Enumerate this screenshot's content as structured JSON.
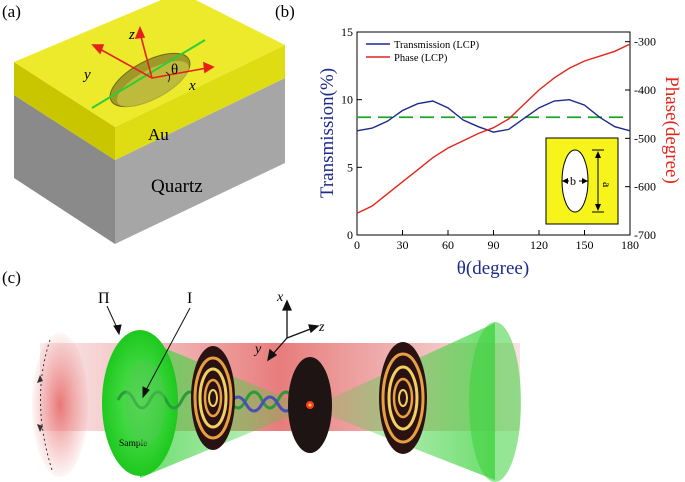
{
  "panel_labels": {
    "a": "(a)",
    "b": "(b)",
    "c": "(c)"
  },
  "panel_a": {
    "axis_z": "z",
    "axis_y": "y",
    "axis_x": "x",
    "angle": "θ",
    "layer_top": "Au",
    "layer_bottom": "Quartz",
    "colors": {
      "gold": "#e5e41f",
      "quartz": "#9a9a9a",
      "arrow": "#e8201a",
      "diag": "#2ecc3a"
    }
  },
  "panel_b": {
    "chart_data": {
      "type": "line",
      "xlabel": "θ(degree)",
      "ylabel_left": "Transmission(%)",
      "ylabel_right": "Phase(degree)",
      "xlim": [
        0,
        180
      ],
      "ylim_left": [
        0,
        15
      ],
      "ylim_right": [
        -700,
        -280
      ],
      "x_ticks": [
        "0",
        "30",
        "60",
        "90",
        "120",
        "150",
        "180"
      ],
      "y_ticks_left": [
        "0",
        "5",
        "10",
        "15"
      ],
      "y_ticks_right": [
        "-300",
        "-400",
        "-500",
        "-600",
        "-700"
      ],
      "x": [
        0,
        10,
        20,
        30,
        40,
        50,
        60,
        70,
        80,
        90,
        100,
        110,
        120,
        130,
        140,
        150,
        160,
        170,
        180
      ],
      "series": [
        {
          "name": "Transmission (LCP)",
          "axis": "left",
          "color": "#1c2a8c",
          "values": [
            7.7,
            7.9,
            8.4,
            9.2,
            9.7,
            9.9,
            9.4,
            8.5,
            8.0,
            7.6,
            7.8,
            8.6,
            9.4,
            9.9,
            10.0,
            9.6,
            8.7,
            8.0,
            7.7
          ]
        },
        {
          "name": "Phase (LCP)",
          "axis": "right",
          "color": "#e32619",
          "values": [
            -655,
            -640,
            -615,
            -590,
            -565,
            -540,
            -520,
            -505,
            -490,
            -478,
            -460,
            -430,
            -400,
            -375,
            -355,
            -340,
            -330,
            -320,
            -305
          ]
        }
      ],
      "reference_line": {
        "axis": "left",
        "value": 8.7,
        "style": "dashed",
        "color": "#1da52a"
      },
      "legend_position": "top-left",
      "inset": {
        "label_a": "a",
        "label_b": "b"
      }
    }
  },
  "panel_c": {
    "axis_x": "x",
    "axis_y": "y",
    "axis_z": "z",
    "label_pi": "Π",
    "label_i": "I",
    "sample": "Sample"
  }
}
